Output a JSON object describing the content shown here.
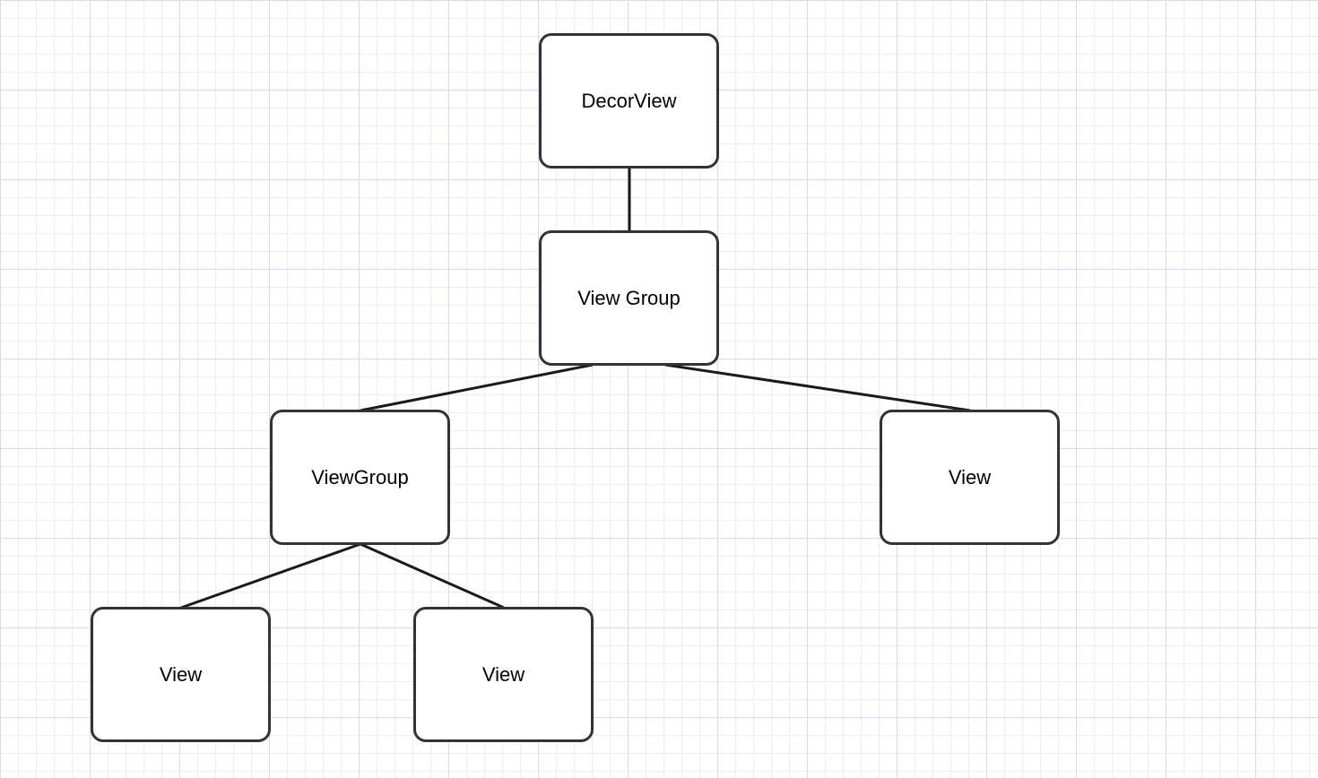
{
  "diagram": {
    "nodes": {
      "decorview": "DecorView",
      "viewgroup_root": "View Group",
      "viewgroup_child": "ViewGroup",
      "view_right": "View",
      "view_left_1": "View",
      "view_left_2": "View"
    },
    "edges": [
      {
        "from": "decorview",
        "to": "viewgroup_root"
      },
      {
        "from": "viewgroup_root",
        "to": "viewgroup_child"
      },
      {
        "from": "viewgroup_root",
        "to": "view_right"
      },
      {
        "from": "viewgroup_child",
        "to": "view_left_1"
      },
      {
        "from": "viewgroup_child",
        "to": "view_left_2"
      }
    ],
    "colors": {
      "stroke": "#333333",
      "connector": "#1a1a1a",
      "grid": "#d9d9f0"
    }
  }
}
